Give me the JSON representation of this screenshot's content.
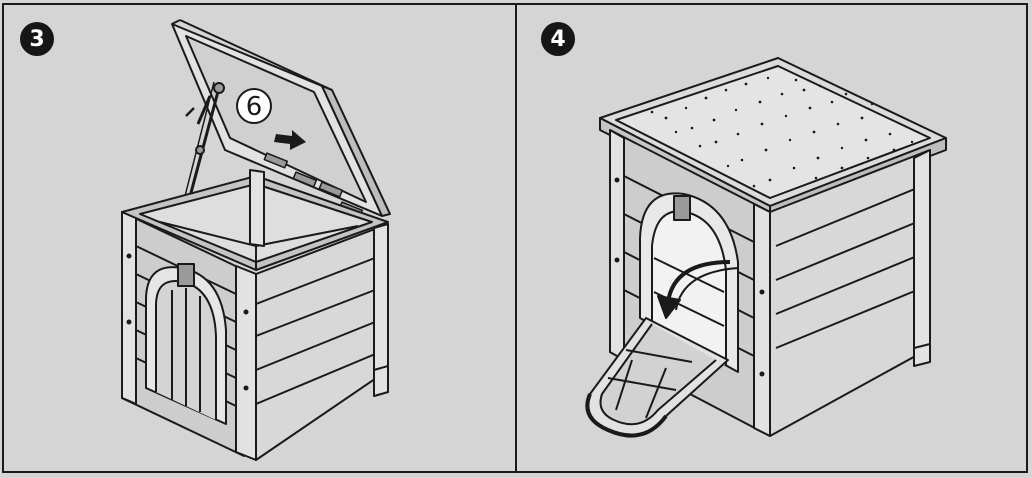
{
  "steps": [
    {
      "number": "3",
      "callout": "6"
    },
    {
      "number": "4"
    }
  ],
  "colors": {
    "background": "#d5d5d5",
    "ink": "#1a1a1a",
    "wood": "#cdcdcd",
    "wood_light": "#e2e2e2",
    "badge_fill": "#161616",
    "badge_text": "#ffffff"
  },
  "icons": {
    "step_badge": "filled-circle-number",
    "callout": "circled-number",
    "direction_arrow": "right-arrow",
    "rotation_arrow": "curved-arrow"
  }
}
